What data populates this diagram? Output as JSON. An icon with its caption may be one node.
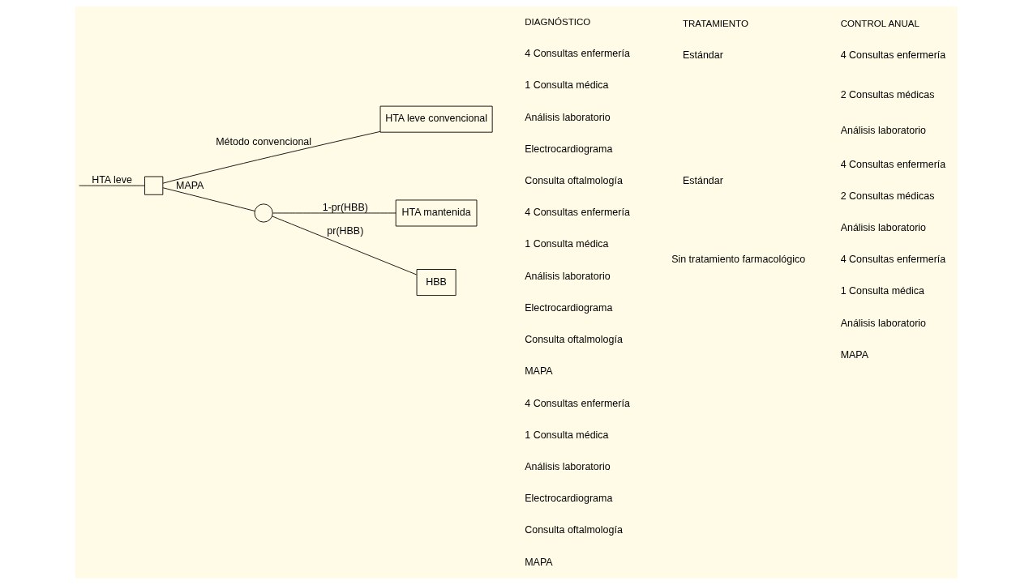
{
  "diagram": {
    "nodes": [
      {
        "text": [],
        "shape": "box"
      },
      {
        "text": [
          "HTA leve convencional"
        ]
      },
      {
        "text": [],
        "shape": "circle"
      },
      {
        "text": [
          "HTA mantenida"
        ]
      },
      {
        "text": [
          "HBB"
        ]
      }
    ],
    "edges": [
      {
        "from": null,
        "to": 0,
        "arrow": "none",
        "label": "HTA leve"
      },
      {
        "from": 0,
        "to": 1,
        "arrow": "none",
        "label": "Método convencional"
      },
      {
        "from": 0,
        "to": 2,
        "arrow": "none",
        "label": "MAPA"
      },
      {
        "from": 2,
        "to": 3,
        "arrow": "none",
        "label": "1-pr(HBB)"
      },
      {
        "from": 2,
        "to": 4,
        "arrow": "none",
        "label": "pr(HBB)"
      }
    ],
    "labels": [
      "DIAGNÓSTICO",
      "TRATAMIENTO",
      "CONTROL ANUAL",
      "4 Consultas enfermería",
      "1 Consulta médica",
      "Análisis laboratorio",
      "Electrocardiograma",
      "Consulta oftalmología",
      "Estándar",
      "4 Consultas enfermería",
      "2 Consultas médicas",
      "Análisis laboratorio",
      "4 Consultas enfermería",
      "1 Consulta médica",
      "Análisis laboratorio",
      "Electrocardiograma",
      "Consulta oftalmología",
      "MAPA",
      "Estándar",
      "4 Consultas enfermería",
      "2 Consultas médicas",
      "Análisis laboratorio",
      "4 Consultas enfermería",
      "1 Consulta médica",
      "Análisis laboratorio",
      "Electrocardiograma",
      "Consulta oftalmología",
      "MAPA",
      "Sin tratamiento farmacológico",
      "4 Consultas enfermería",
      "1 Consulta médica",
      "Análisis laboratorio",
      "MAPA"
    ]
  }
}
